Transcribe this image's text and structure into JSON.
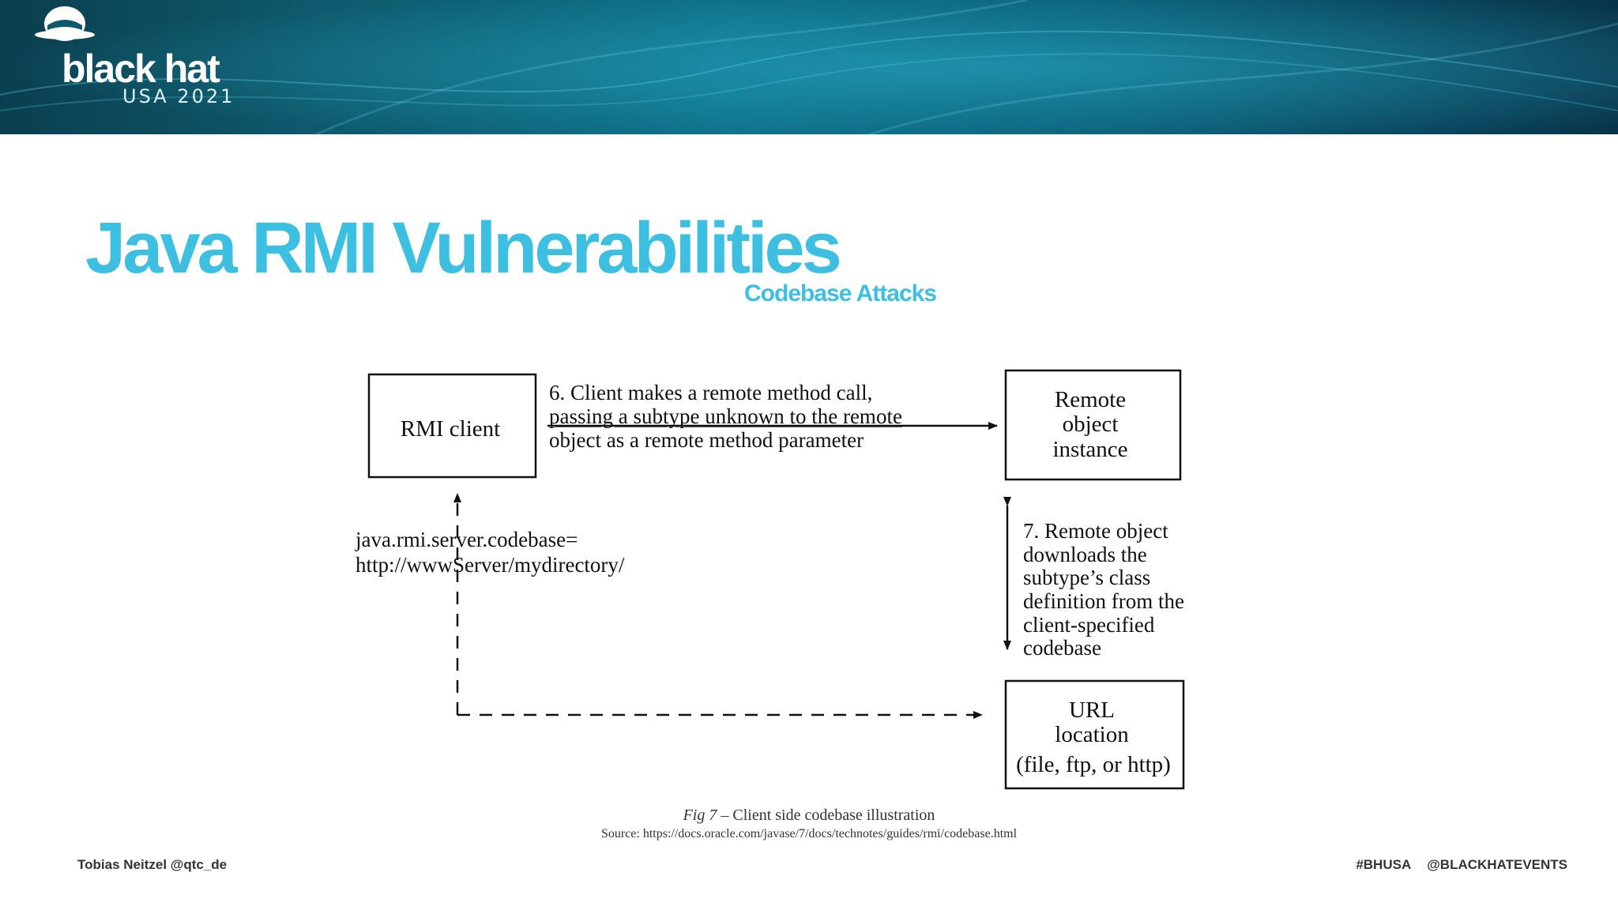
{
  "header": {
    "logo_brand": "black hat",
    "logo_event": "USA 2021",
    "logo_icon": "black-hat-spy-icon"
  },
  "slide": {
    "title": "Java RMI Vulnerabilities",
    "subtitle": "Codebase Attacks"
  },
  "diagram": {
    "boxes": {
      "rmi_client": "RMI client",
      "remote_object": [
        "Remote",
        "object",
        "instance"
      ],
      "url_location": [
        "URL",
        "location",
        "(file, ftp, or http)"
      ]
    },
    "step6": [
      "6. Client makes a remote method call,",
      "passing a subtype unknown to the remote",
      "object as a remote method parameter"
    ],
    "step7": [
      "7. Remote object",
      "downloads the",
      "subtype’s class",
      "definition from the",
      "client-specified",
      "codebase"
    ],
    "codebase_property": [
      "java.rmi.server.codebase=",
      "http://wwwServer/mydirectory/"
    ]
  },
  "caption": {
    "fig_label": "Fig 7",
    "text": " – Client side codebase illustration",
    "source": "Source:  https://docs.oracle.com/javase/7/docs/technotes/guides/rmi/codebase.html"
  },
  "footer": {
    "author": "Tobias Neitzel @qtc_de",
    "hashtag": "#BHUSA",
    "handle": "@BLACKHATEVENTS"
  },
  "colors": {
    "title": "#3cbfe0",
    "banner": "#0c6e86"
  }
}
